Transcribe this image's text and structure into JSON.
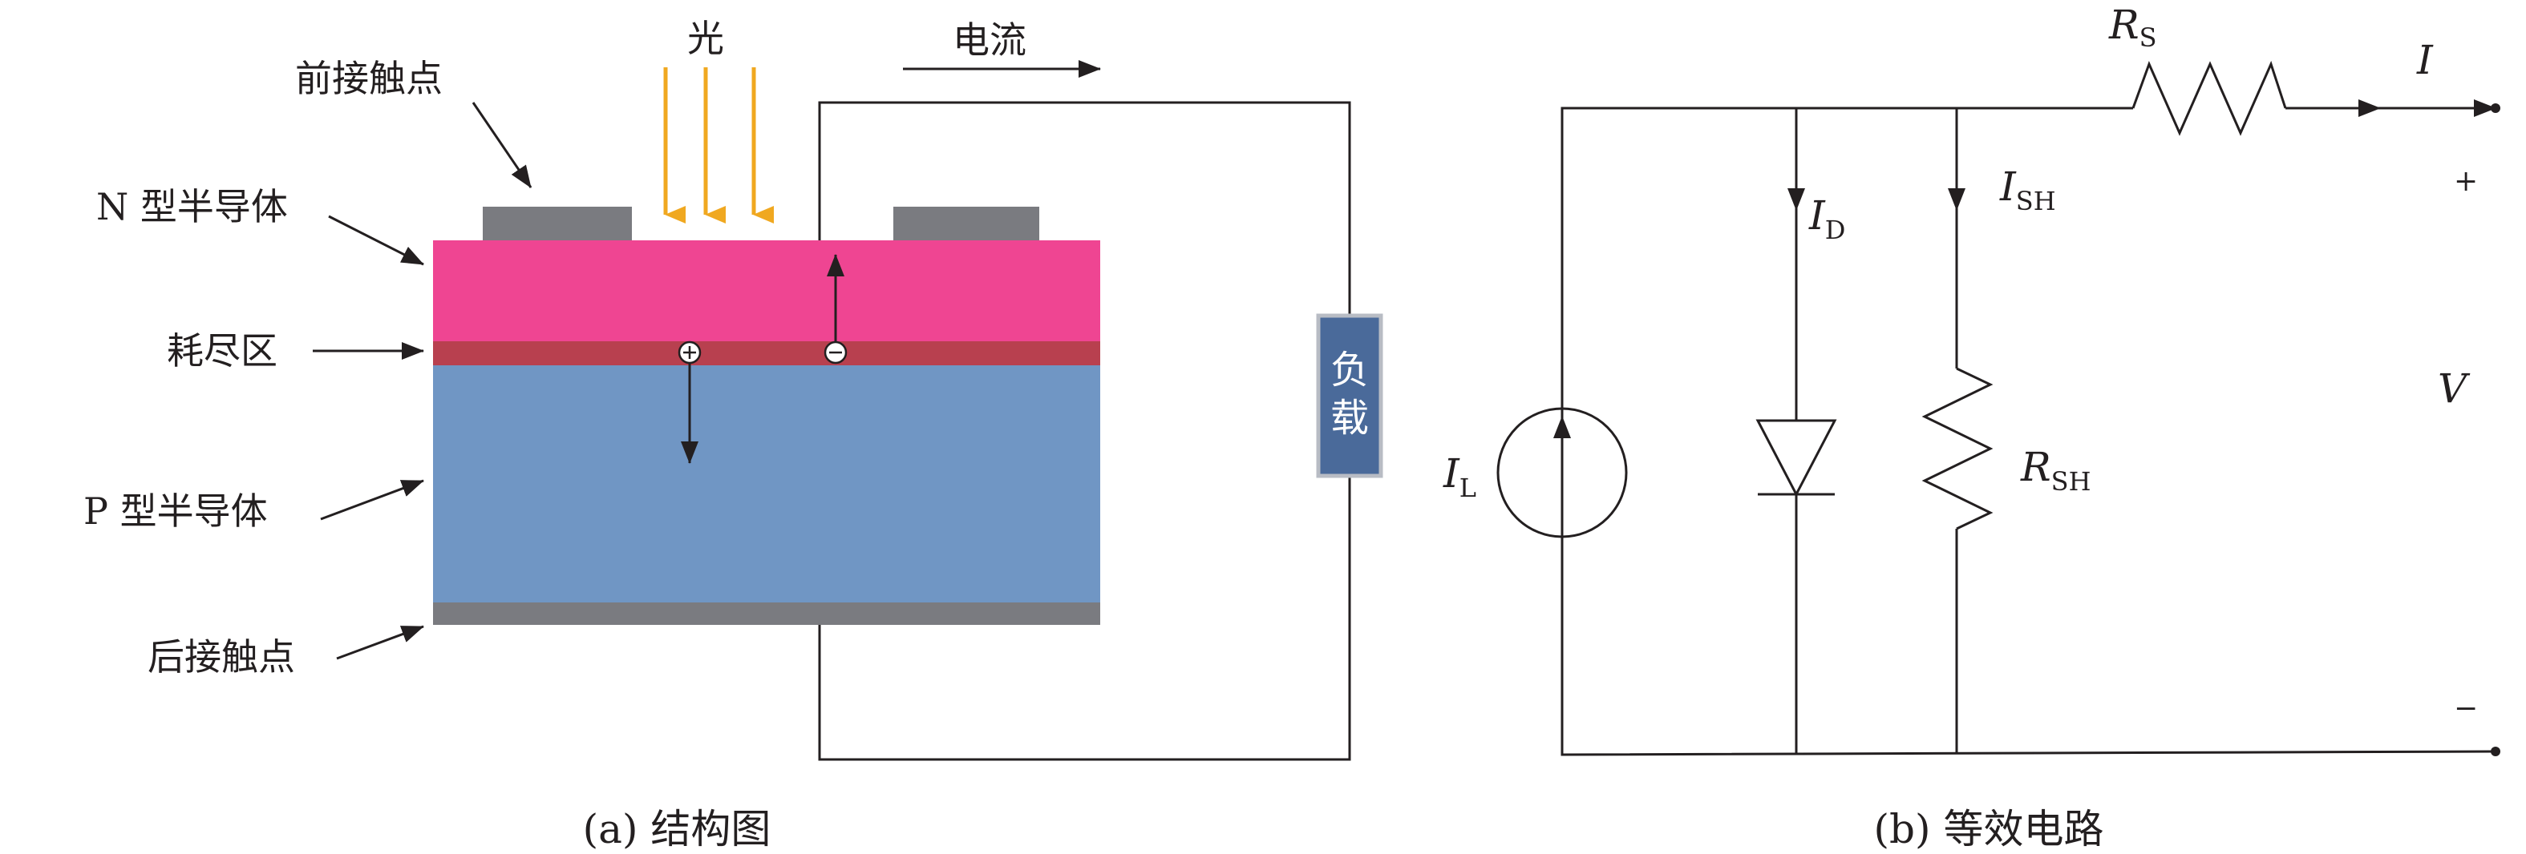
{
  "structure": {
    "light": "光",
    "current": "电流",
    "front_contact": "前接触点",
    "n_type": "N 型半导体",
    "depletion": "耗尽区",
    "p_type": "P 型半导体",
    "back_contact": "后接触点",
    "load_char1": "负",
    "load_char2": "载",
    "caption": "(a) 结构图"
  },
  "circuit": {
    "rs_main": "R",
    "rs_sub": "S",
    "i_out": "I",
    "id_main": "I",
    "id_sub": "D",
    "ish_main": "I",
    "ish_sub": "SH",
    "rsh_main": "R",
    "rsh_sub": "SH",
    "il_main": "I",
    "il_sub": "L",
    "plus": "+",
    "voltage": "V",
    "minus": "−",
    "caption": "(b) 等效电路"
  },
  "colors": {
    "n_layer": "#ef4592",
    "depletion": "#b8404f",
    "p_layer": "#7096c4",
    "contact": "#7a7b80",
    "light_ray": "#f0a820",
    "load": "#4a6a9a"
  }
}
